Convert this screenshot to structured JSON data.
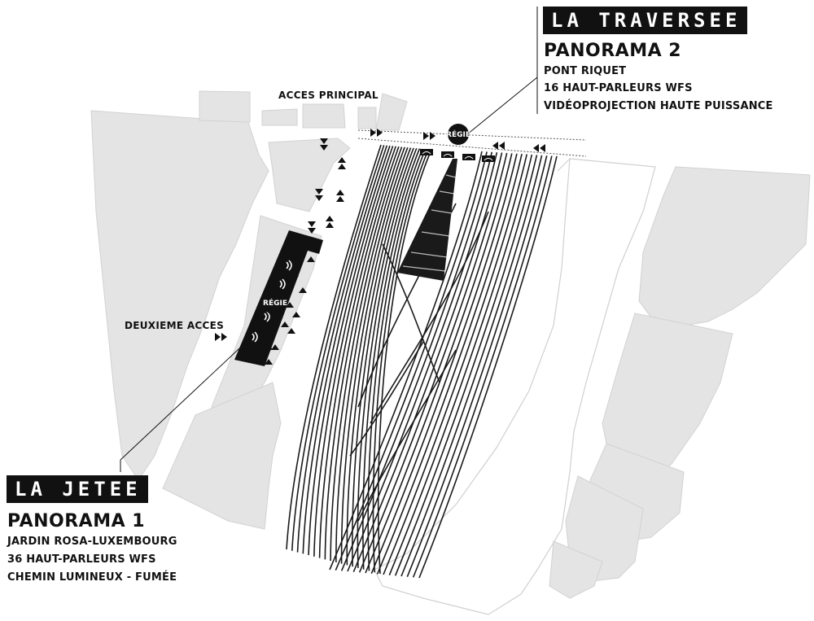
{
  "map_labels": {
    "acces_principal": "ACCES PRINCIPAL",
    "deuxieme_acces": "DEUXIEME ACCES",
    "regie_top": "RÉGIE",
    "regie_left": "RÉGIE"
  },
  "panorama2": {
    "tag": "LA TRAVERSEE",
    "title": "PANORAMA 2",
    "lines": [
      "PONT RIQUET",
      "16 HAUT-PARLEURS WFS",
      "VIDÉOPROJECTION HAUTE PUISSANCE"
    ]
  },
  "panorama1": {
    "tag": "LA JETEE",
    "title": "PANORAMA 1",
    "lines": [
      "JARDIN ROSA-LUXEMBOURG",
      "36 HAUT-PARLEURS WFS",
      "CHEMIN LUMINEUX - FUMÉE"
    ]
  },
  "colors": {
    "building": "#e4e4e4",
    "ink": "#111111",
    "track": "#1a1a1a"
  },
  "icons": [
    "arrow-icon",
    "speaker-icon",
    "projector-icon"
  ]
}
